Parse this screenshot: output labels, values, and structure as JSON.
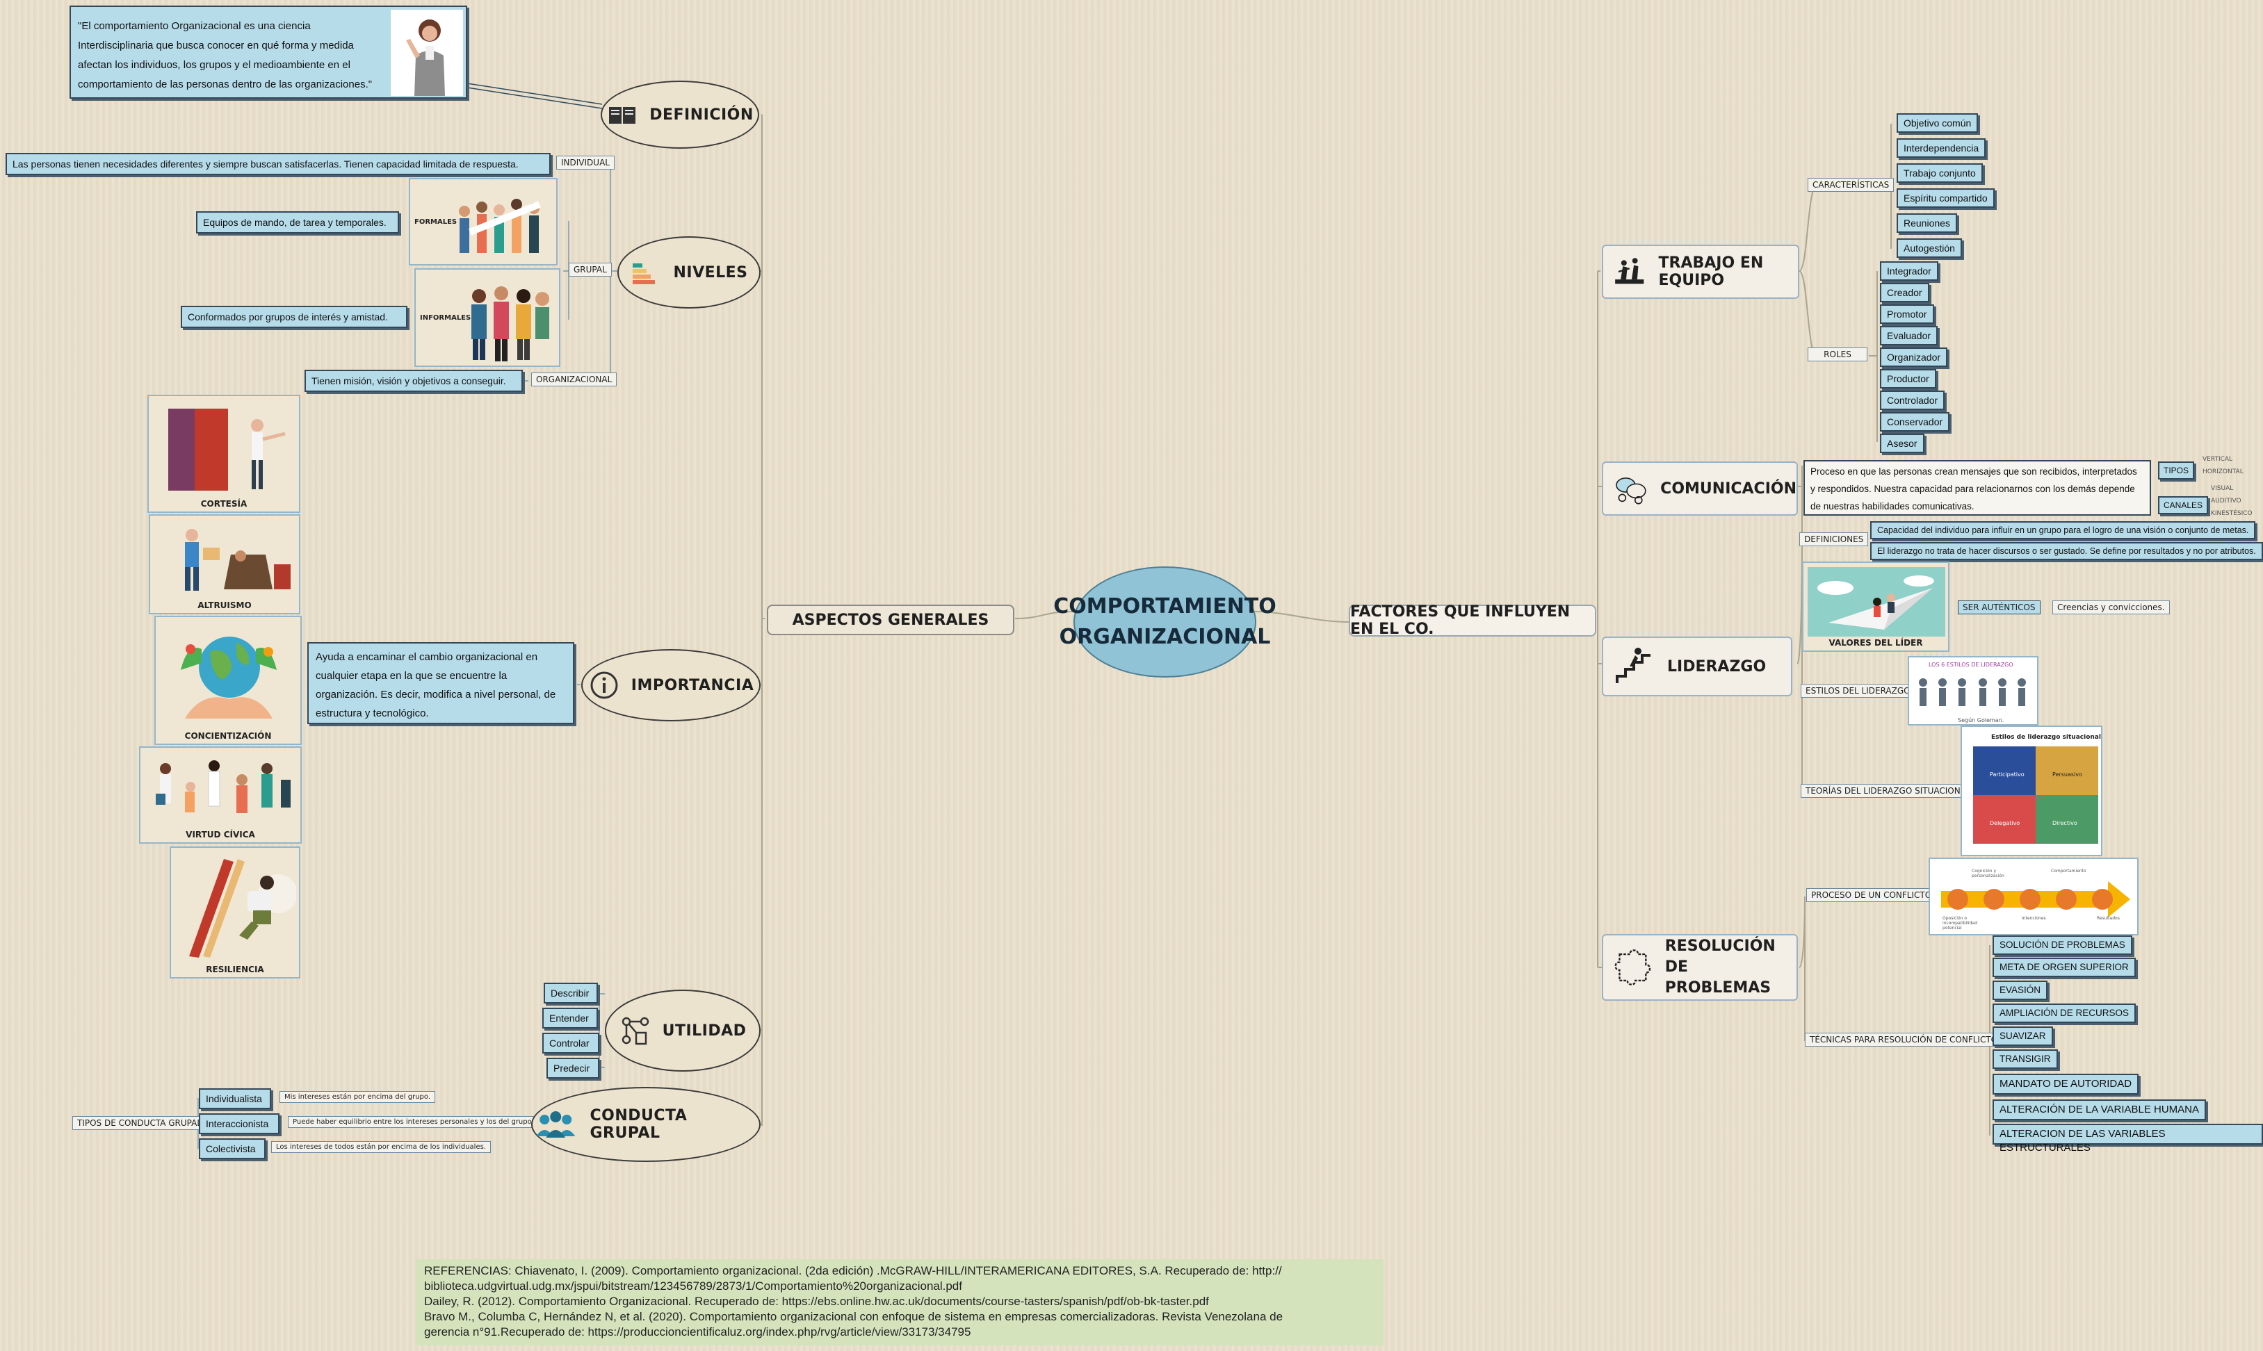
{
  "central": {
    "line1": "COMPORTAMIENTO",
    "line2": "ORGANIZACIONAL"
  },
  "left_branch": "ASPECTOS GENERALES",
  "right_branch": "FACTORES QUE INFLUYEN EN EL CO.",
  "definicion": {
    "label": "DEFINICIÓN",
    "text": "\"El comportamiento Organizacional es una ciencia Interdisciplinaria que busca conocer en qué forma y medida afectan los individuos, los grupos y el medioambiente en el comportamiento de las personas dentro de las organizaciones.\""
  },
  "niveles": {
    "label": "NIVELES",
    "individual_tag": "INDIVIDUAL",
    "individual_text": "Las personas tienen necesidades diferentes y siempre buscan satisfacerlas. Tienen capacidad limitada de respuesta.",
    "grupal_tag": "GRUPAL",
    "formales_label": "FORMALES",
    "formales_text": "Equipos de mando, de tarea y temporales.",
    "informales_label": "INFORMALES",
    "informales_text": "Conformados por grupos de interés y amistad.",
    "organizacional_tag": "ORGANIZACIONAL",
    "organizacional_text": "Tienen misión, visión y objetivos a conseguir."
  },
  "importancia": {
    "label": "IMPORTANCIA",
    "text": "Ayuda a encaminar el cambio organizacional en cualquier etapa en la que se encuentre la organización. Es decir, modifica a nivel personal, de estructura y tecnológico.",
    "images": [
      "CORTESÍA",
      "ALTRUISMO",
      "CONCIENTIZACIÓN",
      "VIRTUD CÍVICA",
      "RESILIENCIA"
    ]
  },
  "utilidad": {
    "label": "UTILIDAD",
    "items": [
      "Describir",
      "Entender",
      "Controlar",
      "Predecir"
    ]
  },
  "conducta": {
    "label": "CONDUCTA GRUPAL",
    "tipos_tag": "TIPOS DE CONDUCTA GRUPAL",
    "items": [
      {
        "name": "Individualista",
        "desc": "Mis intereses están por encima del grupo."
      },
      {
        "name": "Interaccionista",
        "desc": "Puede haber equilibrio entre los intereses personales y los del grupo."
      },
      {
        "name": "Colectivista",
        "desc": "Los intereses de todos están por encima de los individuales."
      }
    ]
  },
  "trabajo": {
    "label": "TRABAJO EN EQUIPO",
    "caracteristicas_tag": "CARACTERÍSTICAS",
    "caracteristicas": [
      "Objetivo común",
      "Interdependencia",
      "Trabajo conjunto",
      "Espíritu compartido",
      "Reuniones",
      "Autogestión"
    ],
    "roles_tag": "ROLES",
    "roles": [
      "Integrador",
      "Creador",
      "Promotor",
      "Evaluador",
      "Organizador",
      "Productor",
      "Controlador",
      "Conservador",
      "Asesor"
    ]
  },
  "comunicacion": {
    "label": "COMUNICACIÓN",
    "text": "Proceso en que las personas crean mensajes que son recibidos, interpretados y respondidos. Nuestra capacidad para relacionarnos con los demás depende de nuestras habilidades comunicativas.",
    "tipos_tag": "TIPOS",
    "tipos": [
      "VERTICAL",
      "HORIZONTAL"
    ],
    "canales_tag": "CANALES",
    "canales": [
      "VISUAL",
      "AUDITIVO",
      "KINESTÉSICO"
    ]
  },
  "liderazgo": {
    "label": "LIDERAZGO",
    "definiciones_tag": "DEFINICIONES",
    "definiciones": [
      "Capacidad del individuo para influir en un grupo para el logro de una visión o conjunto de metas.",
      "El liderazgo no trata de hacer discursos o ser gustado. Se define por resultados y no por atributos."
    ],
    "valores_label": "VALORES DEL LÍDER",
    "ser_tag": "SER AUTÉNTICOS",
    "ser_text": "Creencias y convicciones.",
    "estilos_tag": "ESTILOS DEL LIDERAZGO",
    "estilos_img_title": "LOS 6 ESTILOS DE LIDERAZGO",
    "estilos_img_caption": "Según Goleman.",
    "teorias_tag": "TEORÍAS DEL LIDERAZGO SITUACIONAL",
    "situacional_title": "Estilos de liderazgo situacional",
    "situacional_quadrants": [
      "Participativo",
      "Persuasivo",
      "Delegativo",
      "Directivo"
    ]
  },
  "resolucion": {
    "label_line1": "RESOLUCIÓN DE",
    "label_line2": "PROBLEMAS",
    "proceso_tag": "PROCESO DE UN CONFLICTO",
    "proceso_steps": [
      "Oposición o incompatibilidad potencial",
      "Cognición y personalización",
      "Intenciones",
      "Comportamiento",
      "Resultados"
    ],
    "tecnicas_tag": "TÉCNICAS PARA RESOLUCIÓN DE CONFLICTOS",
    "tecnicas": [
      "SOLUCIÓN DE PROBLEMAS",
      "META DE ORGEN SUPERIOR",
      "EVASIÓN",
      "AMPLIACIÓN DE RECURSOS",
      "SUAVIZAR",
      "TRANSIGIR",
      "MANDATO DE AUTORIDAD",
      "ALTERACIÓN DE LA VARIABLE HUMANA",
      "ALTERACION DE LAS VARIABLES ESTRUCTURALES"
    ]
  },
  "referencias": [
    "REFERENCIAS: Chiavenato, I. (2009). Comportamiento organizacional. (2da edición) .McGRAW-HILL/INTERAMERICANA EDITORES, S.A. Recuperado de: http://",
    "biblioteca.udgvirtual.udg.mx/jspui/bitstream/123456789/2873/1/Comportamiento%20organizacional.pdf",
    "Dailey, R. (2012). Comportamiento Organizacional. Recuperado de: https://ebs.online.hw.ac.uk/documents/course-tasters/spanish/pdf/ob-bk-taster.pdf",
    "Bravo M., Columba C, Hernández N, et al. (2020). Comportamiento organizacional con enfoque de sistema en empresas comercializadoras. Revista Venezolana de",
    "gerencia n°91.Recuperado de: https://produccioncientificaluz.org/index.php/rvg/article/view/33173/34795"
  ],
  "colors": {
    "accent": "#8fc3d5",
    "box": "#b6dbe9",
    "node": "#ece3cf",
    "refs": "#d5e3bd"
  }
}
